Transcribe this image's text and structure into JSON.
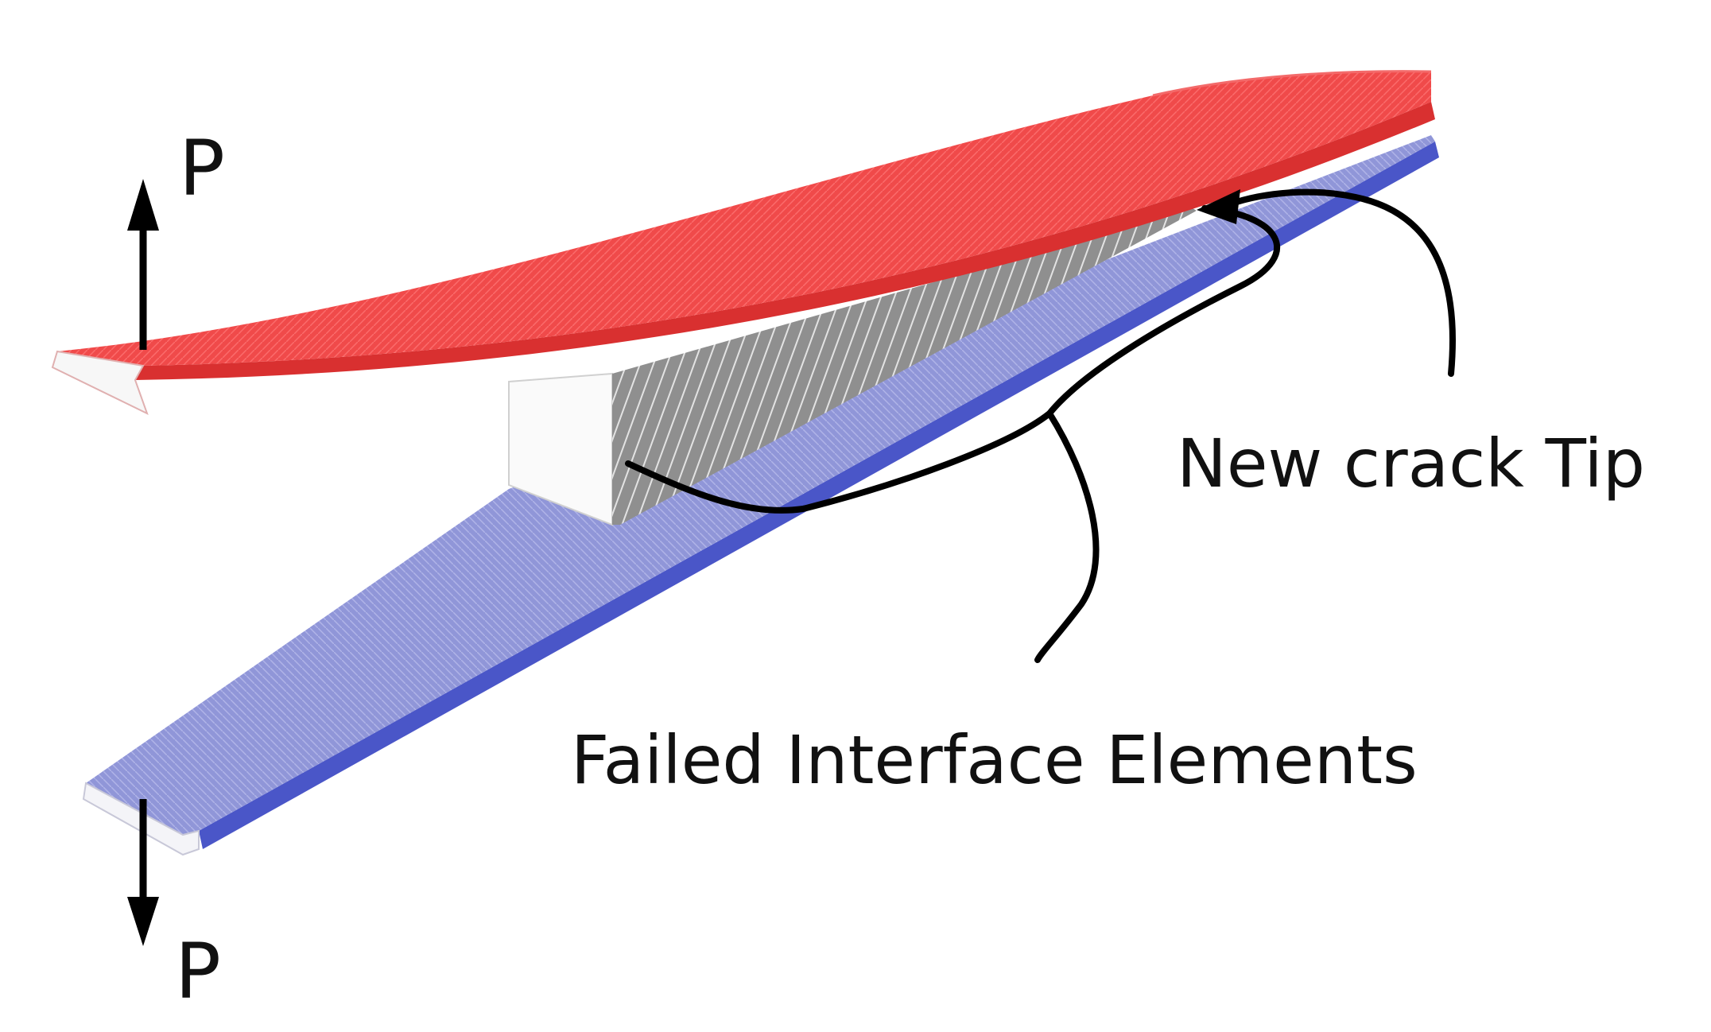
{
  "labels": {
    "load_top": "P",
    "load_bottom": "P",
    "crack_tip": "New crack Tip",
    "failed_elements": "Failed Interface Elements"
  },
  "colors": {
    "upper_arm": "#f04a4a",
    "upper_arm_dark": "#d93030",
    "lower_arm": "#8e92d6",
    "lower_arm_edge": "#4a56c8",
    "interface": "#9a9a9a",
    "leader_lines": "#000000",
    "background": "#ffffff"
  },
  "icons": {
    "load_top": "arrow-up-icon",
    "load_bottom": "arrow-down-icon"
  }
}
